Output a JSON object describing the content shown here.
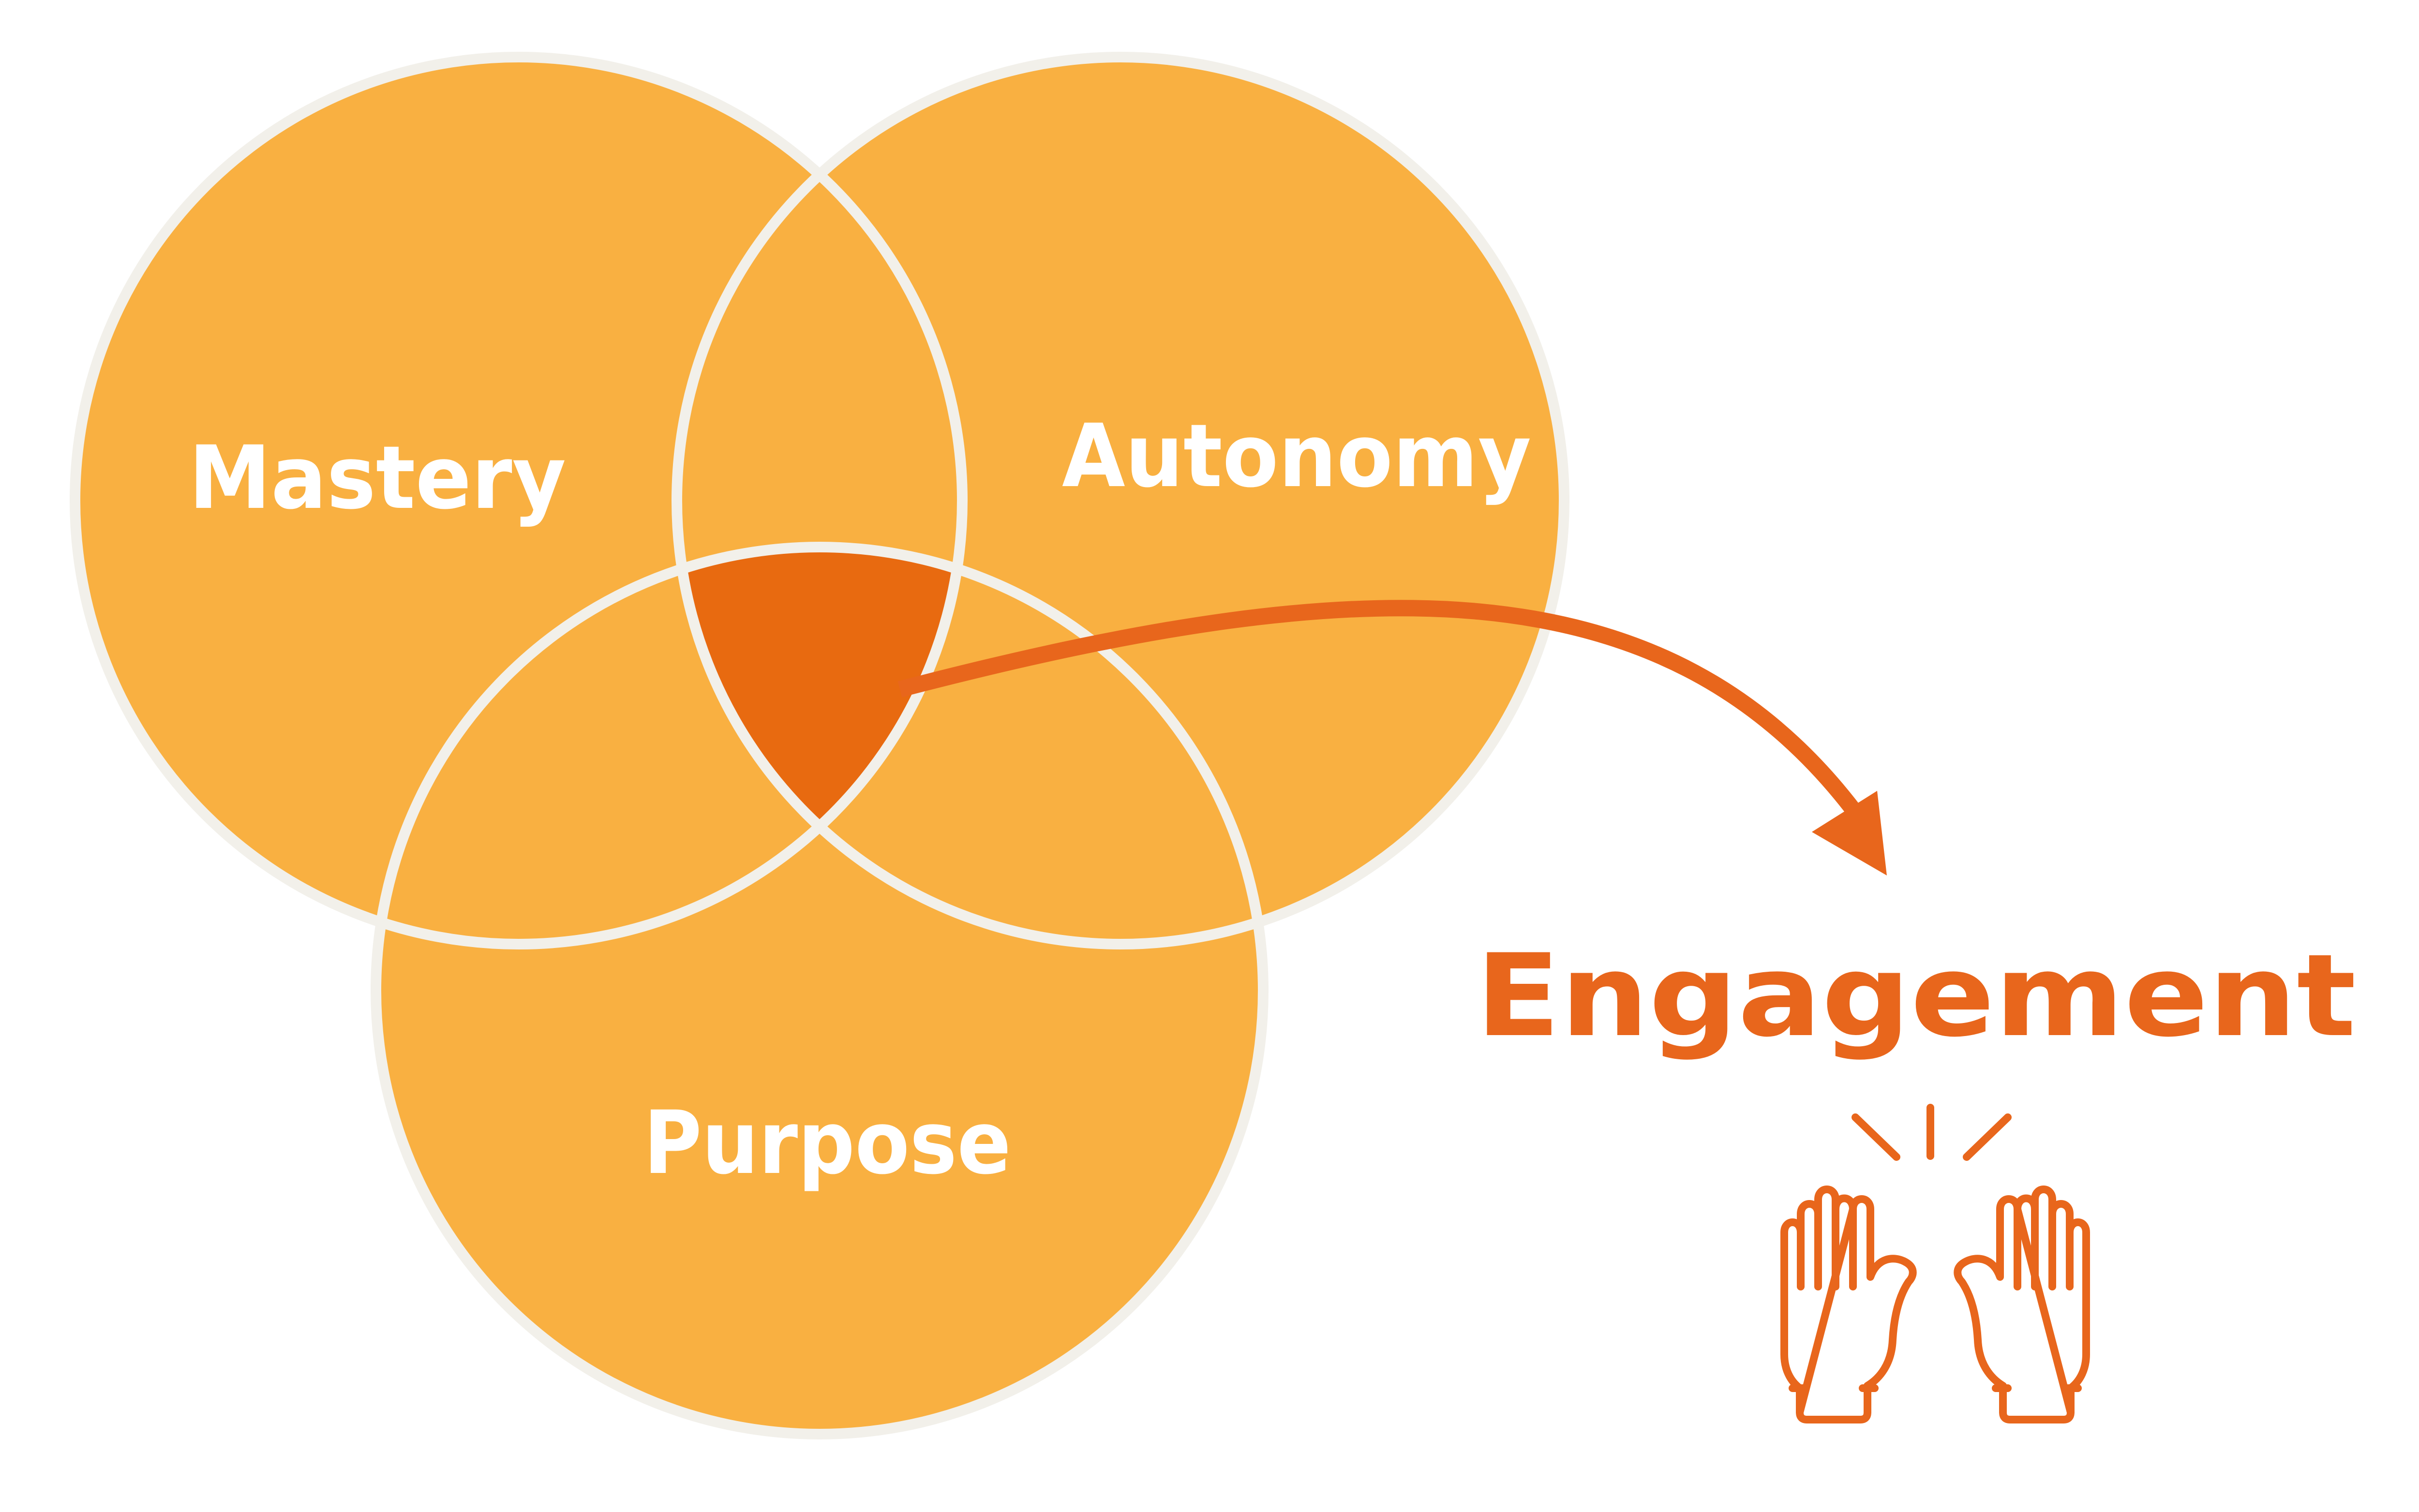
{
  "circles": {
    "mastery": "Mastery",
    "autonomy": "Autonomy",
    "purpose": "Purpose"
  },
  "result": "Engagement",
  "icons": {
    "hands": "high-five-hands-icon"
  },
  "colors": {
    "circle_fill": "#F9B041",
    "circle_outline": "#F2F0EA",
    "intersection": "#E86A10",
    "accent": "#E8661C"
  }
}
